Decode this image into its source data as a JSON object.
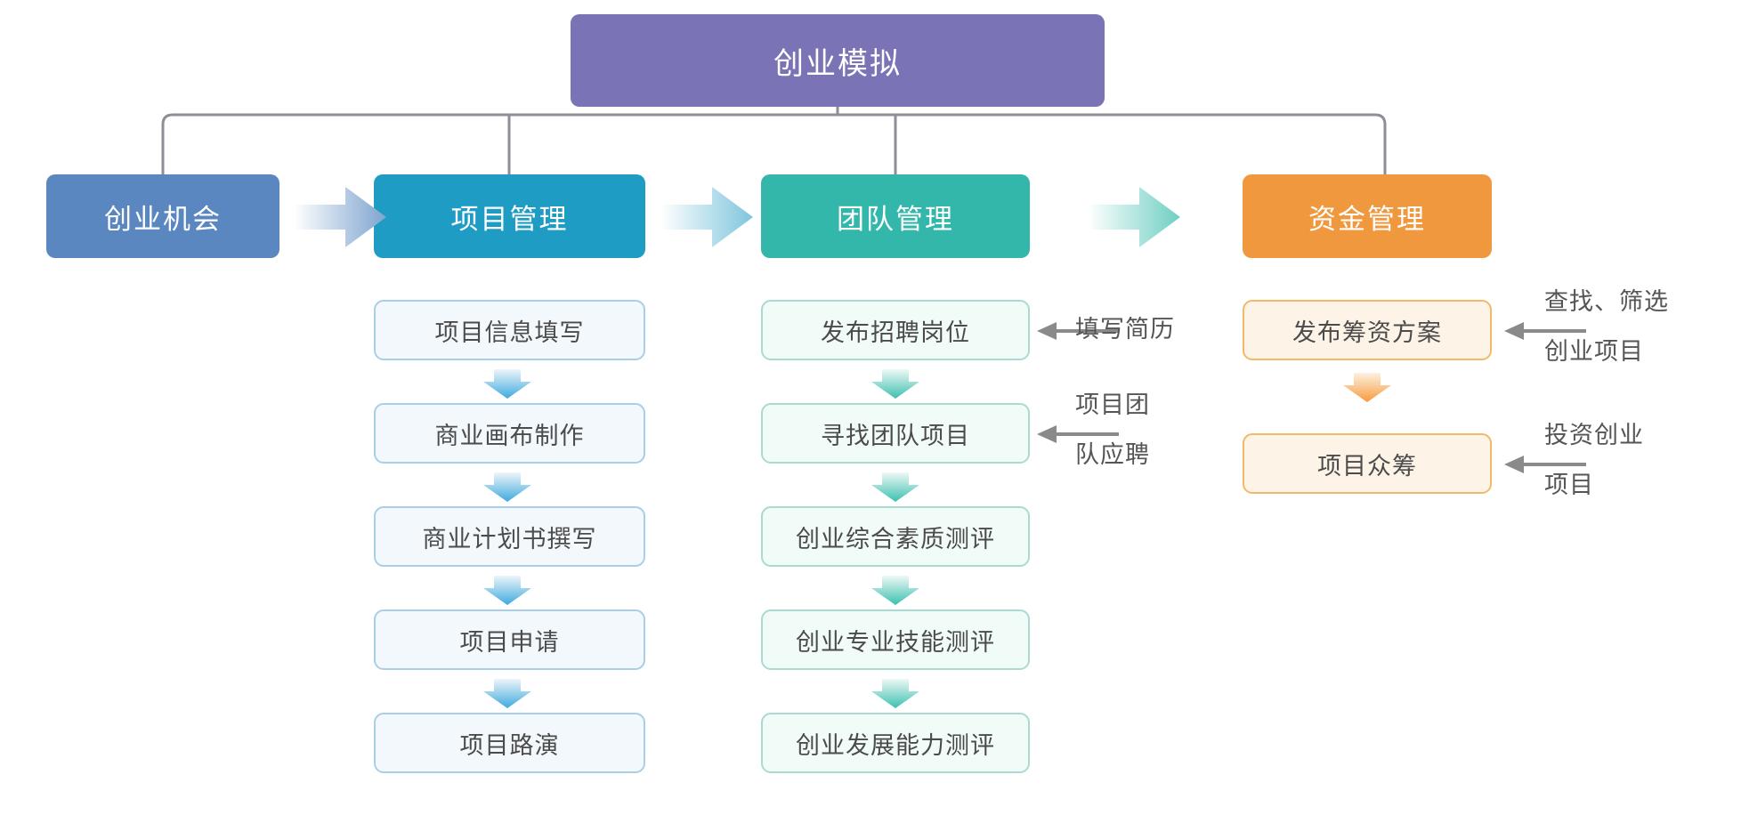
{
  "diagram": {
    "title": "创业模拟",
    "root_color": "#7a73b5",
    "columns": [
      {
        "id": "opportunity",
        "header": "创业机会",
        "color": "#5b87c0",
        "items": []
      },
      {
        "id": "project",
        "header": "项目管理",
        "color": "#1e9cc4",
        "items": [
          "项目信息填写",
          "商业画布制作",
          "商业计划书撰写",
          "项目申请",
          "项目路演"
        ]
      },
      {
        "id": "team",
        "header": "团队管理",
        "color": "#33b7ab",
        "items": [
          "发布招聘岗位",
          "寻找团队项目",
          "创业综合素质测评",
          "创业专业技能测评",
          "创业发展能力测评"
        ]
      },
      {
        "id": "funding",
        "header": "资金管理",
        "color": "#f0983d",
        "items": [
          "发布筹资方案",
          "项目众筹"
        ]
      }
    ],
    "annotations": [
      {
        "id": "resume",
        "text": "填写简历",
        "target": "发布招聘岗位"
      },
      {
        "id": "team-apply",
        "text": "项目团\n队应聘",
        "target": "寻找团队项目"
      },
      {
        "id": "search-filter",
        "text": "查找、筛选\n创业项目",
        "target": "发布筹资方案"
      },
      {
        "id": "invest",
        "text": "投资创业\n项目",
        "target": "项目众筹"
      }
    ]
  }
}
